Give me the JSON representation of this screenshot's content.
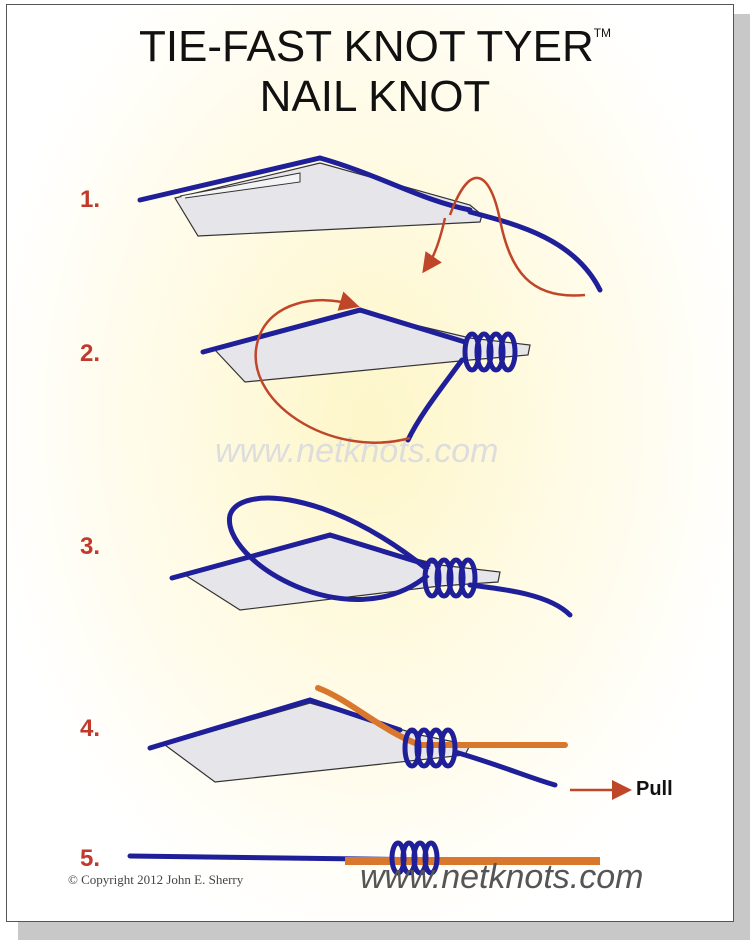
{
  "title": {
    "line1": "TIE-FAST KNOT TYER",
    "trademark": "TM",
    "line2": "NAIL KNOT"
  },
  "steps": [
    "1.",
    "2.",
    "3.",
    "4.",
    "5."
  ],
  "watermark": "www.netknots.com",
  "pull_label": "Pull",
  "footer": {
    "copyright": "© Copyright  2012  John E. Sherry",
    "url": "www.netknots.com"
  },
  "colors": {
    "line": "#1f1f9a",
    "arrow": "#c0462a",
    "leader": "#d9782d",
    "tool": "#e6e6ea"
  }
}
